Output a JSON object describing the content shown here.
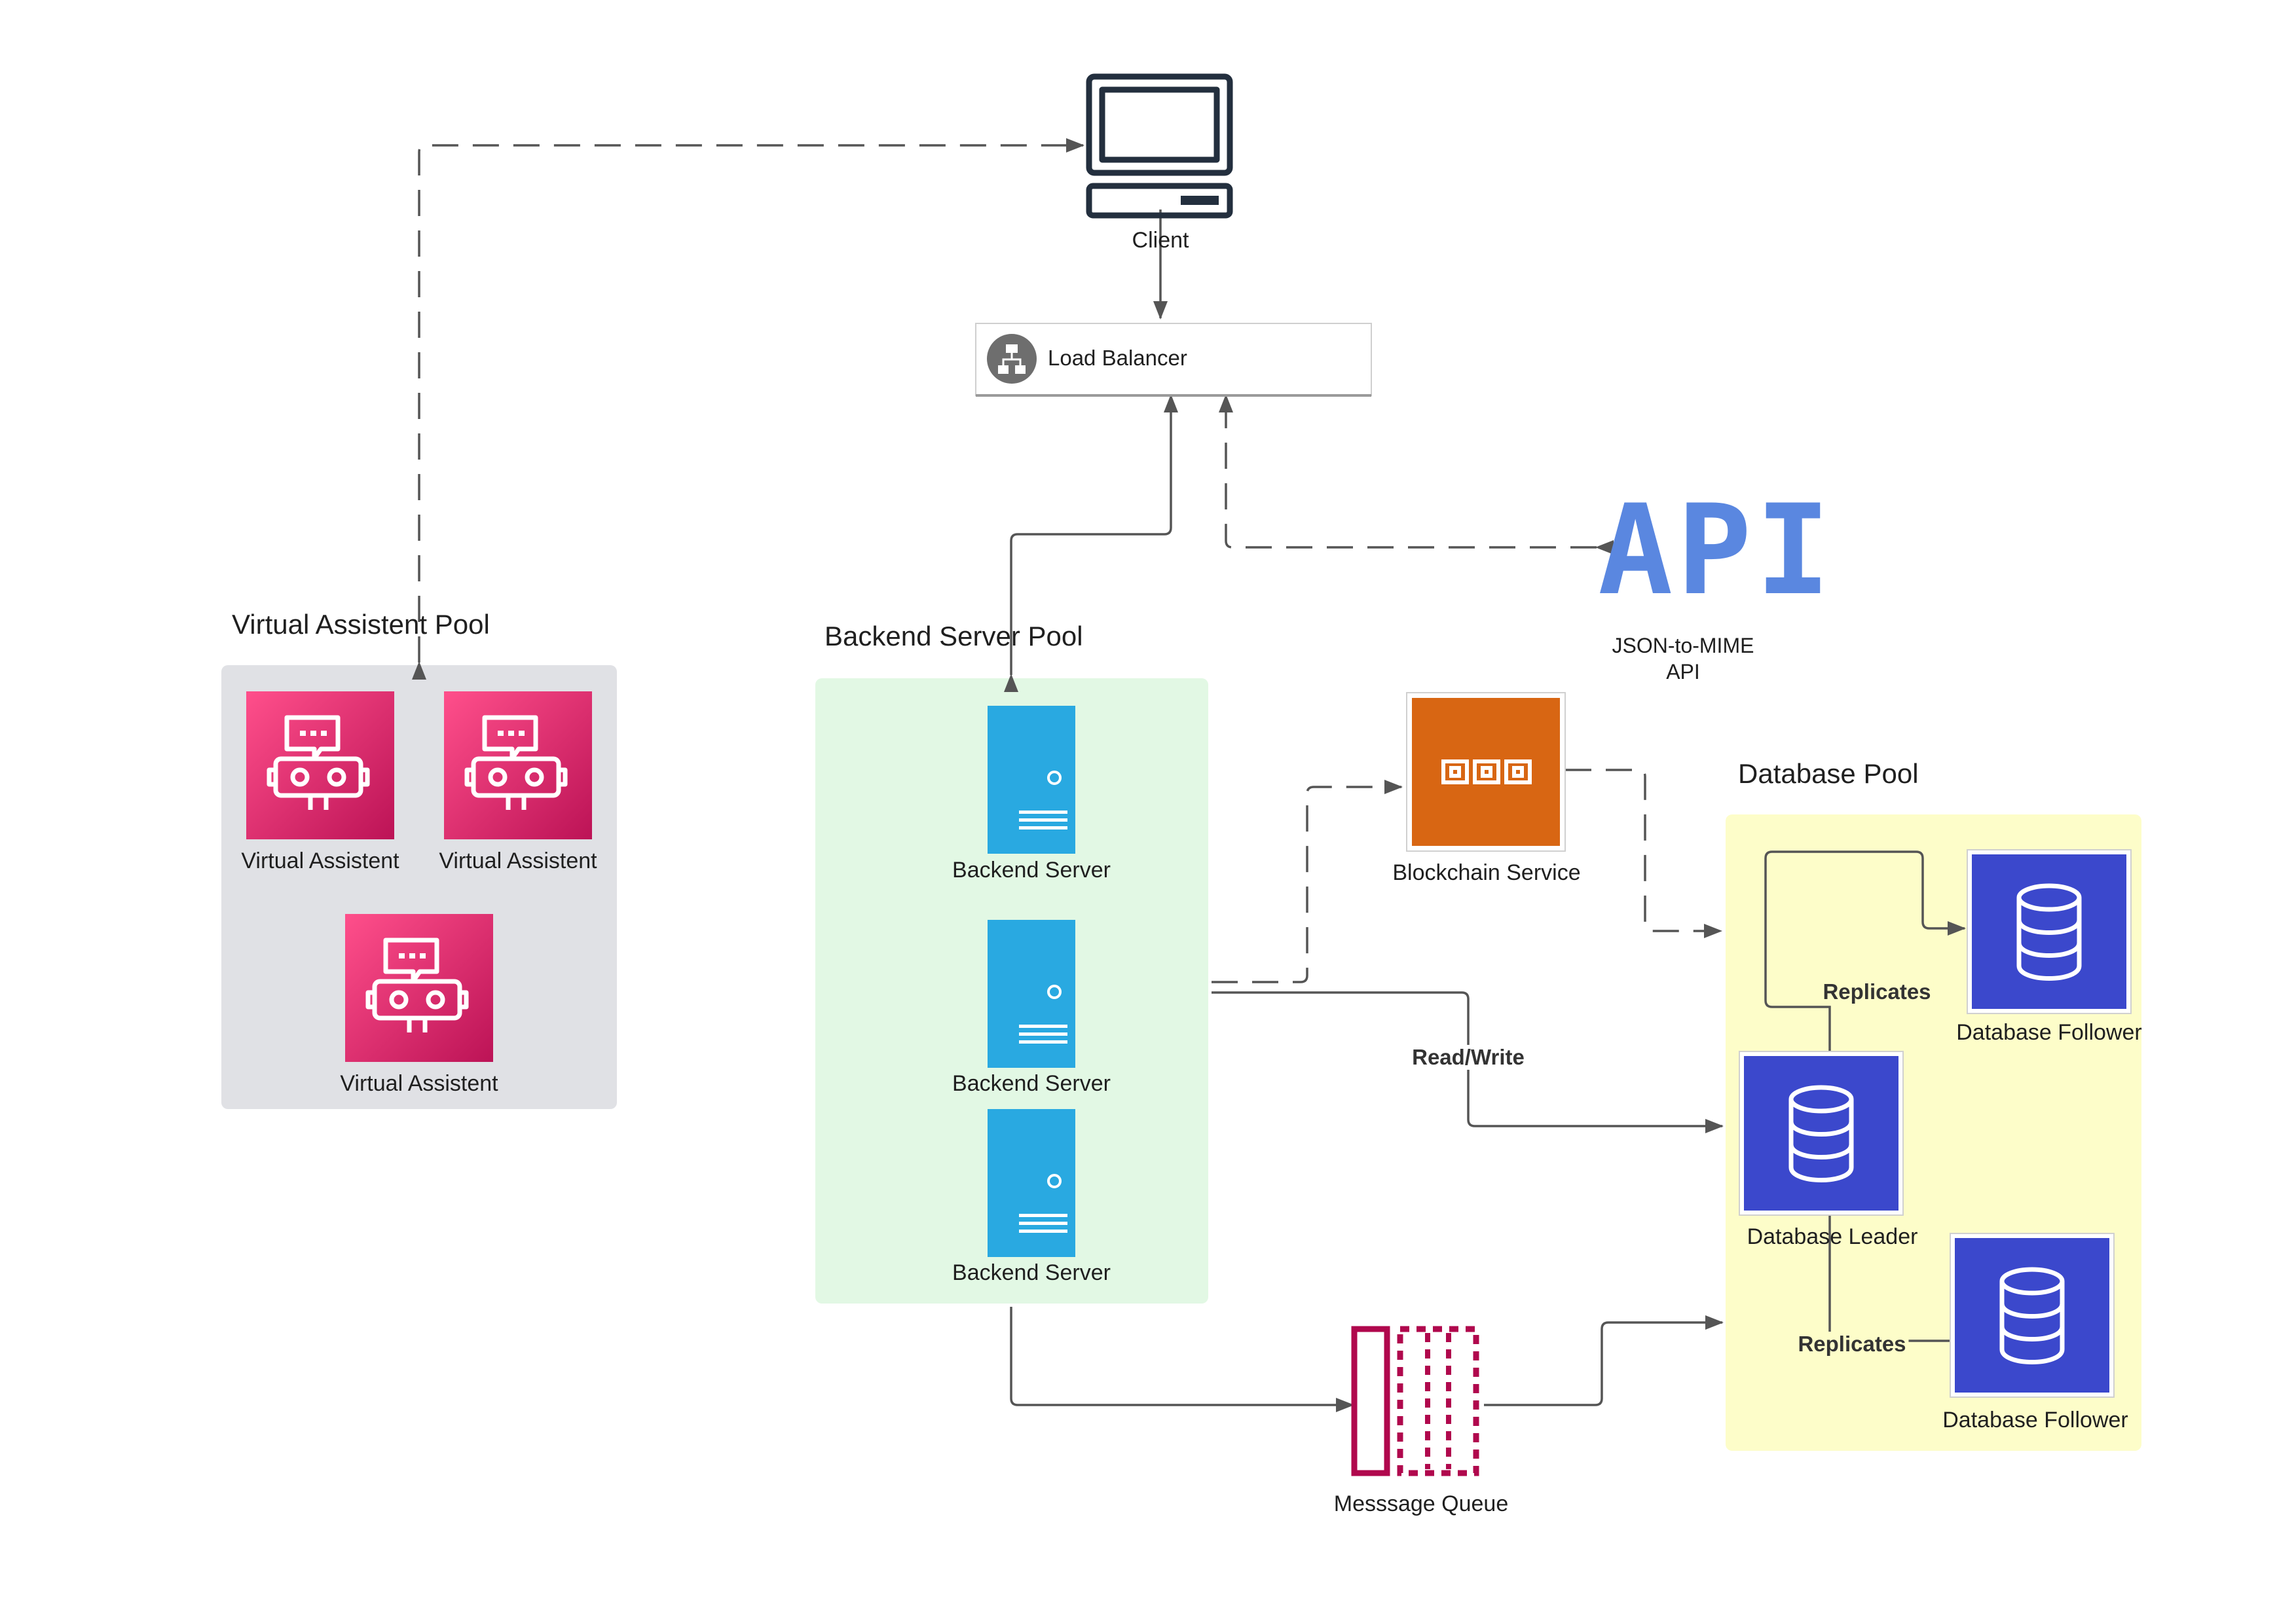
{
  "client": {
    "label": "Client"
  },
  "load_balancer": {
    "label": "Load Balancer"
  },
  "api": {
    "logo_text": "API",
    "line1": "JSON-to-MIME",
    "line2": "API"
  },
  "va_pool": {
    "title": "Virtual Assistent Pool",
    "items": [
      {
        "label": "Virtual Assistent"
      },
      {
        "label": "Virtual Assistent"
      },
      {
        "label": "Virtual Assistent"
      }
    ]
  },
  "backend_pool": {
    "title": "Backend Server Pool",
    "items": [
      {
        "label": "Backend Server"
      },
      {
        "label": "Backend Server"
      },
      {
        "label": "Backend Server"
      }
    ]
  },
  "blockchain": {
    "label": "Blockchain Service"
  },
  "database_pool": {
    "title": "Database Pool",
    "leader": "Database Leader",
    "followers": [
      {
        "label": "Database Follower"
      },
      {
        "label": "Database Follower"
      }
    ]
  },
  "queue": {
    "label": "Messsage Queue"
  },
  "edges": {
    "read_write": "Read/Write",
    "replicates_top": "Replicates",
    "replicates_bottom": "Replicates"
  },
  "colors": {
    "va_bg": "#e0e1e5",
    "backend_bg": "#e2f8e4",
    "db_bg": "#fdfdc9",
    "robot_top": "#ff4f8b",
    "robot_bottom": "#bc1356",
    "server": "#29a9e1",
    "blockchain": "#d86613",
    "database": "#3b48cc",
    "queue": "#b0084d",
    "api_blue": "#5a87e0",
    "line": "#555555",
    "client_icon": "#232f3e"
  }
}
